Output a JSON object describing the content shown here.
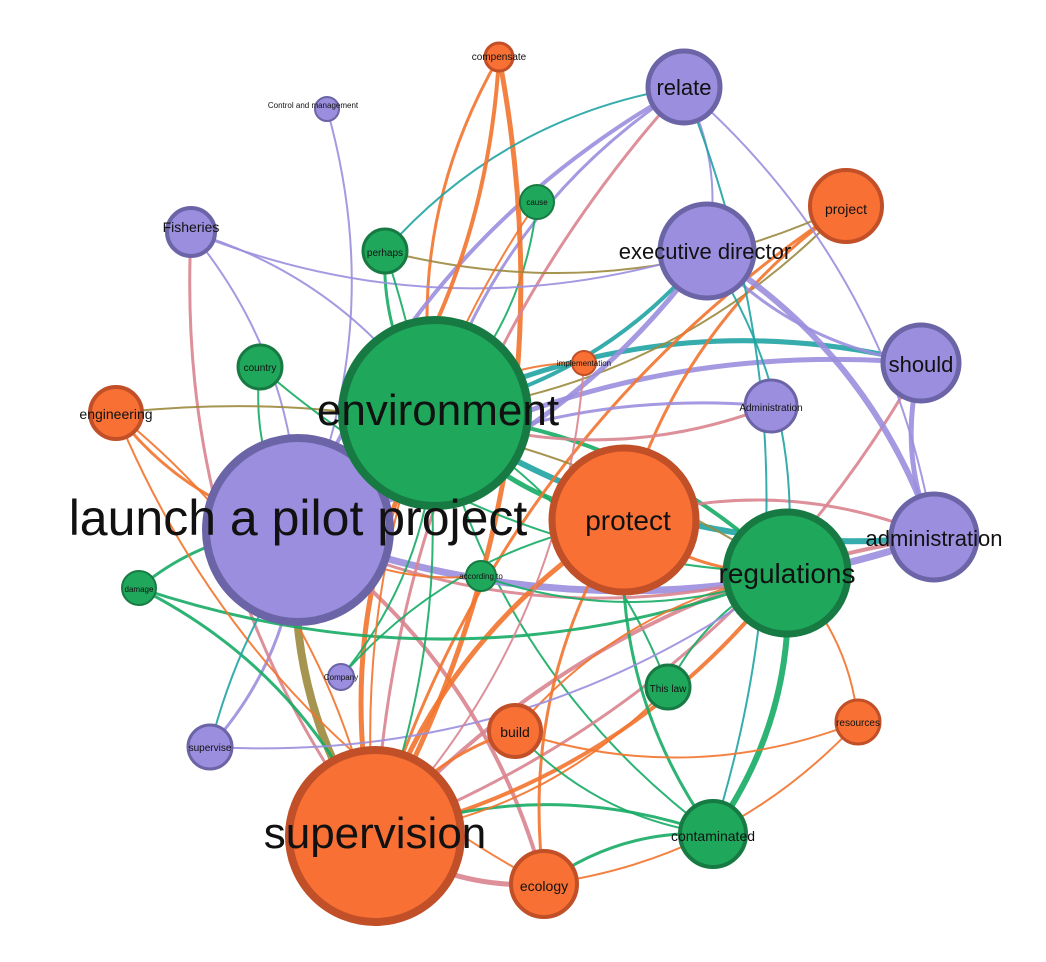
{
  "palette": {
    "purple": "#9b8ede",
    "purple_stroke": "#6b64a6",
    "green": "#1fa85b",
    "green_stroke": "#177a43",
    "orange": "#f87034",
    "orange_stroke": "#c14f27",
    "edge_purple": "#9b8ede",
    "edge_green": "#16ab64",
    "edge_orange": "#f2742e",
    "edge_pink": "#d9848f",
    "edge_teal": "#20a3a3",
    "edge_olive": "#9b8a3e"
  },
  "nodes": [
    {
      "id": "launch",
      "label": "launch a pilot project",
      "group": "purple",
      "size": "xl"
    },
    {
      "id": "environment",
      "label": "environment",
      "group": "green",
      "size": "xl"
    },
    {
      "id": "supervision",
      "label": "supervision",
      "group": "orange",
      "size": "xl"
    },
    {
      "id": "protect",
      "label": "protect",
      "group": "orange",
      "size": "lg"
    },
    {
      "id": "regulations",
      "label": "regulations",
      "group": "green",
      "size": "lg"
    },
    {
      "id": "executive",
      "label": "executive director",
      "group": "purple",
      "size": "md"
    },
    {
      "id": "administration",
      "label": "administration",
      "group": "purple",
      "size": "md"
    },
    {
      "id": "should",
      "label": "should",
      "group": "purple",
      "size": "md"
    },
    {
      "id": "relate",
      "label": "relate",
      "group": "purple",
      "size": "md"
    },
    {
      "id": "project",
      "label": "project",
      "group": "orange",
      "size": "md"
    },
    {
      "id": "contaminated",
      "label": "contaminated",
      "group": "green",
      "size": "md"
    },
    {
      "id": "ecology",
      "label": "ecology",
      "group": "orange",
      "size": "md"
    },
    {
      "id": "build",
      "label": "build",
      "group": "orange",
      "size": "sm"
    },
    {
      "id": "engineering",
      "label": "engineering",
      "group": "orange",
      "size": "sm"
    },
    {
      "id": "compensate",
      "label": "compensate",
      "group": "orange",
      "size": "xs"
    },
    {
      "id": "resources",
      "label": "resources",
      "group": "orange",
      "size": "xs"
    },
    {
      "id": "implementation",
      "label": "implementation",
      "group": "orange",
      "size": "xs"
    },
    {
      "id": "thislaw",
      "label": "This law",
      "group": "green",
      "size": "sm"
    },
    {
      "id": "perhaps",
      "label": "perhaps",
      "group": "green",
      "size": "sm"
    },
    {
      "id": "country",
      "label": "country",
      "group": "green",
      "size": "sm"
    },
    {
      "id": "damage",
      "label": "damage",
      "group": "green",
      "size": "xs"
    },
    {
      "id": "cause",
      "label": "cause",
      "group": "green",
      "size": "xs"
    },
    {
      "id": "accordingto",
      "label": "according to",
      "group": "green",
      "size": "xs"
    },
    {
      "id": "fisheries",
      "label": "Fisheries",
      "group": "purple",
      "size": "sm"
    },
    {
      "id": "control",
      "label": "Control and management",
      "group": "purple",
      "size": "xs"
    },
    {
      "id": "adminsmall",
      "label": "Administration",
      "group": "purple",
      "size": "sm"
    },
    {
      "id": "company",
      "label": "Company",
      "group": "purple",
      "size": "xs"
    },
    {
      "id": "supervise",
      "label": "supervise",
      "group": "purple",
      "size": "sm"
    }
  ],
  "edges": [
    {
      "source": "environment",
      "target": "administration",
      "color": "edge_teal",
      "weight": 6
    },
    {
      "source": "environment",
      "target": "should",
      "color": "edge_teal",
      "weight": 5
    },
    {
      "source": "environment",
      "target": "executive",
      "color": "edge_teal",
      "weight": 4
    },
    {
      "source": "environment",
      "target": "relate",
      "color": "edge_purple",
      "weight": 3
    },
    {
      "source": "environment",
      "target": "project",
      "color": "edge_olive",
      "weight": 2
    },
    {
      "source": "environment",
      "target": "regulations",
      "color": "edge_green",
      "weight": 4
    },
    {
      "source": "environment",
      "target": "protect",
      "color": "edge_green",
      "weight": 5
    },
    {
      "source": "environment",
      "target": "launch",
      "color": "edge_green",
      "weight": 6
    },
    {
      "source": "environment",
      "target": "supervision",
      "color": "edge_orange",
      "weight": 5
    },
    {
      "source": "environment",
      "target": "perhaps",
      "color": "edge_green",
      "weight": 3
    },
    {
      "source": "environment",
      "target": "cause",
      "color": "edge_green",
      "weight": 2
    },
    {
      "source": "environment",
      "target": "thislaw",
      "color": "edge_green",
      "weight": 2
    },
    {
      "source": "environment",
      "target": "contaminated",
      "color": "edge_green",
      "weight": 2
    },
    {
      "source": "environment",
      "target": "compensate",
      "color": "edge_orange",
      "weight": 3
    },
    {
      "source": "launch",
      "target": "administration",
      "color": "edge_purple",
      "weight": 7
    },
    {
      "source": "launch",
      "target": "should",
      "color": "edge_purple",
      "weight": 5
    },
    {
      "source": "launch",
      "target": "executive",
      "color": "edge_purple",
      "weight": 5
    },
    {
      "source": "launch",
      "target": "relate",
      "color": "edge_purple",
      "weight": 4
    },
    {
      "source": "launch",
      "target": "supervision",
      "color": "edge_olive",
      "weight": 8
    },
    {
      "source": "launch",
      "target": "supervise",
      "color": "edge_purple",
      "weight": 3
    },
    {
      "source": "launch",
      "target": "damage",
      "color": "edge_green",
      "weight": 3
    },
    {
      "source": "launch",
      "target": "engineering",
      "color": "edge_orange",
      "weight": 3
    },
    {
      "source": "launch",
      "target": "fisheries",
      "color": "edge_purple",
      "weight": 2
    },
    {
      "source": "launch",
      "target": "country",
      "color": "edge_green",
      "weight": 2
    },
    {
      "source": "launch",
      "target": "regulations",
      "color": "edge_pink",
      "weight": 3
    },
    {
      "source": "launch",
      "target": "ecology",
      "color": "edge_pink",
      "weight": 4
    },
    {
      "source": "launch",
      "target": "control",
      "color": "edge_purple",
      "weight": 2
    },
    {
      "source": "supervision",
      "target": "protect",
      "color": "edge_orange",
      "weight": 5
    },
    {
      "source": "supervision",
      "target": "regulations",
      "color": "edge_orange",
      "weight": 4
    },
    {
      "source": "supervision",
      "target": "administration",
      "color": "edge_pink",
      "weight": 4
    },
    {
      "source": "supervision",
      "target": "should",
      "color": "edge_pink",
      "weight": 3
    },
    {
      "source": "supervision",
      "target": "project",
      "color": "edge_orange",
      "weight": 3
    },
    {
      "source": "supervision",
      "target": "compensate",
      "color": "edge_orange",
      "weight": 5
    },
    {
      "source": "supervision",
      "target": "build",
      "color": "edge_orange",
      "weight": 3
    },
    {
      "source": "supervision",
      "target": "ecology",
      "color": "edge_pink",
      "weight": 5
    },
    {
      "source": "supervision",
      "target": "contaminated",
      "color": "edge_green",
      "weight": 3
    },
    {
      "source": "supervision",
      "target": "engineering",
      "color": "edge_orange",
      "weight": 2
    },
    {
      "source": "supervision",
      "target": "fisheries",
      "color": "edge_pink",
      "weight": 3
    },
    {
      "source": "supervision",
      "target": "thislaw",
      "color": "edge_orange",
      "weight": 2
    },
    {
      "source": "supervision",
      "target": "relate",
      "color": "edge_pink",
      "weight": 3
    },
    {
      "source": "protect",
      "target": "regulations",
      "color": "edge_orange",
      "weight": 3
    },
    {
      "source": "protect",
      "target": "project",
      "color": "edge_orange",
      "weight": 3
    },
    {
      "source": "protect",
      "target": "contaminated",
      "color": "edge_green",
      "weight": 3
    },
    {
      "source": "protect",
      "target": "administration",
      "color": "edge_pink",
      "weight": 3
    },
    {
      "source": "protect",
      "target": "ecology",
      "color": "edge_orange",
      "weight": 3
    },
    {
      "source": "regulations",
      "target": "contaminated",
      "color": "edge_green",
      "weight": 6
    },
    {
      "source": "regulations",
      "target": "thislaw",
      "color": "edge_green",
      "weight": 2
    },
    {
      "source": "regulations",
      "target": "resources",
      "color": "edge_orange",
      "weight": 2
    },
    {
      "source": "regulations",
      "target": "executive",
      "color": "edge_teal",
      "weight": 2
    },
    {
      "source": "regulations",
      "target": "damage",
      "color": "edge_green",
      "weight": 3
    },
    {
      "source": "executive",
      "target": "should",
      "color": "edge_purple",
      "weight": 3
    },
    {
      "source": "executive",
      "target": "administration",
      "color": "edge_purple",
      "weight": 6
    },
    {
      "source": "executive",
      "target": "relate",
      "color": "edge_purple",
      "weight": 2
    },
    {
      "source": "relate",
      "target": "administration",
      "color": "edge_purple",
      "weight": 2
    },
    {
      "source": "relate",
      "target": "perhaps",
      "color": "edge_teal",
      "weight": 2
    },
    {
      "source": "relate",
      "target": "contaminated",
      "color": "edge_teal",
      "weight": 2
    },
    {
      "source": "should",
      "target": "administration",
      "color": "edge_purple",
      "weight": 5
    },
    {
      "source": "project",
      "target": "perhaps",
      "color": "edge_olive",
      "weight": 2
    },
    {
      "source": "build",
      "target": "contaminated",
      "color": "edge_green",
      "weight": 2
    },
    {
      "source": "build",
      "target": "regulations",
      "color": "edge_orange",
      "weight": 2
    },
    {
      "source": "build",
      "target": "resources",
      "color": "edge_orange",
      "weight": 2
    },
    {
      "source": "ecology",
      "target": "contaminated",
      "color": "edge_green",
      "weight": 3
    },
    {
      "source": "ecology",
      "target": "resources",
      "color": "edge_orange",
      "weight": 2
    },
    {
      "source": "damage",
      "target": "supervision",
      "color": "edge_green",
      "weight": 3
    },
    {
      "source": "engineering",
      "target": "ecology",
      "color": "edge_orange",
      "weight": 2
    },
    {
      "source": "engineering",
      "target": "regulations",
      "color": "edge_olive",
      "weight": 2
    },
    {
      "source": "fisheries",
      "target": "executive",
      "color": "edge_purple",
      "weight": 2
    },
    {
      "source": "fisheries",
      "target": "environment",
      "color": "edge_purple",
      "weight": 2
    },
    {
      "source": "supervise",
      "target": "regulations",
      "color": "edge_purple",
      "weight": 2
    },
    {
      "source": "supervise",
      "target": "environment",
      "color": "edge_teal",
      "weight": 2
    },
    {
      "source": "company",
      "target": "environment",
      "color": "edge_green",
      "weight": 2
    },
    {
      "source": "company",
      "target": "protect",
      "color": "edge_green",
      "weight": 2
    },
    {
      "source": "accordingto",
      "target": "regulations",
      "color": "edge_green",
      "weight": 2
    },
    {
      "source": "accordingto",
      "target": "launch",
      "color": "edge_orange",
      "weight": 2
    },
    {
      "source": "adminsmall",
      "target": "launch",
      "color": "edge_purple",
      "weight": 3
    },
    {
      "source": "adminsmall",
      "target": "environment",
      "color": "edge_pink",
      "weight": 3
    },
    {
      "source": "implementation",
      "target": "environment",
      "color": "edge_orange",
      "weight": 2
    },
    {
      "source": "implementation",
      "target": "supervision",
      "color": "edge_pink",
      "weight": 2
    },
    {
      "source": "cause",
      "target": "supervision",
      "color": "edge_orange",
      "weight": 2
    },
    {
      "source": "perhaps",
      "target": "supervision",
      "color": "edge_green",
      "weight": 2
    },
    {
      "source": "country",
      "target": "regulations",
      "color": "edge_green",
      "weight": 2
    },
    {
      "source": "compensate",
      "target": "launch",
      "color": "edge_orange",
      "weight": 4
    }
  ]
}
